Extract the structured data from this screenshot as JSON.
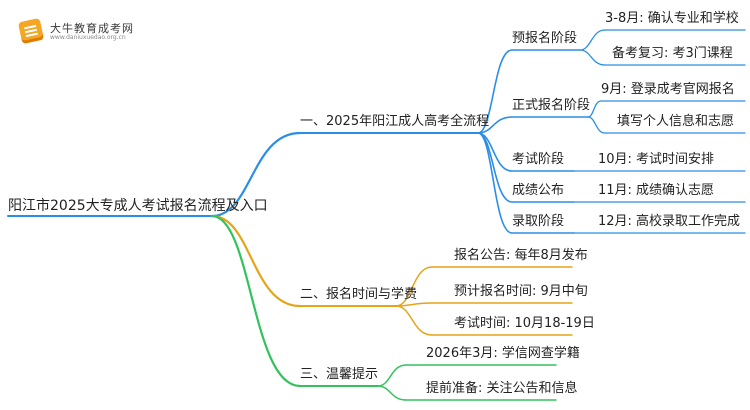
{
  "logo": {
    "title": "大牛教育成考网",
    "url": "www.daniuxuedao.org.cn"
  },
  "root": "阳江市2025大专成人考试报名流程及入口",
  "branches": [
    {
      "label": "一、2025年阳江成人高考全流程",
      "color": "#2b8ee6",
      "children": [
        {
          "label": "预报名阶段",
          "children": [
            "3-8月: 确认专业和学校",
            "备考复习: 考3门课程"
          ]
        },
        {
          "label": "正式报名阶段",
          "children": [
            "9月: 登录成考官网报名",
            "填写个人信息和志愿"
          ]
        },
        {
          "label": "考试阶段",
          "children": [
            "10月: 考试时间安排"
          ]
        },
        {
          "label": "成绩公布",
          "children": [
            "11月: 成绩确认志愿"
          ]
        },
        {
          "label": "录取阶段",
          "children": [
            "12月: 高校录取工作完成"
          ]
        }
      ]
    },
    {
      "label": "二、报名时间与学费",
      "color": "#e6a417",
      "children": [
        {
          "label": "报名公告: 每年8月发布"
        },
        {
          "label": "预计报名时间: 9月中旬"
        },
        {
          "label": "考试时间: 10月18-19日"
        }
      ]
    },
    {
      "label": "三、温馨提示",
      "color": "#33c25e",
      "children": [
        {
          "label": "2026年3月: 学信网查学籍"
        },
        {
          "label": "提前准备: 关注公告和信息"
        }
      ]
    }
  ]
}
